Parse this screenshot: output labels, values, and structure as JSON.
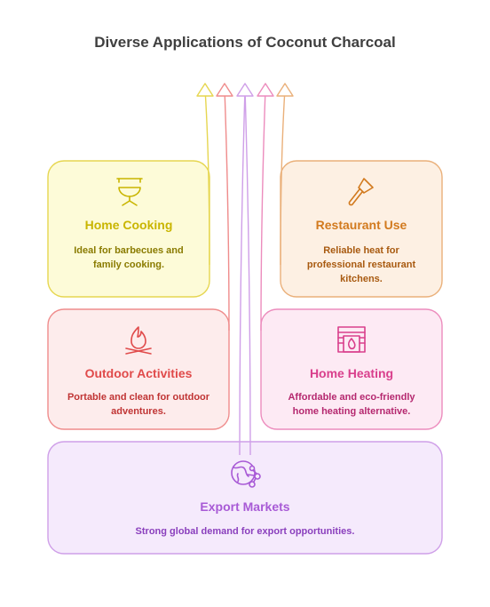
{
  "title": "Diverse Applications of Coconut Charcoal",
  "cards": [
    {
      "heading": "Home Cooking",
      "description": "Ideal for barbecues and family cooking.",
      "icon": "grill-icon",
      "color": "#c9b500"
    },
    {
      "heading": "Restaurant Use",
      "description": "Reliable heat for professional restaurant kitchens.",
      "icon": "spatula-icon",
      "color": "#d27a1e"
    },
    {
      "heading": "Outdoor Activities",
      "description": "Portable and clean for outdoor adventures.",
      "icon": "campfire-icon",
      "color": "#e04a4a"
    },
    {
      "heading": "Home Heating",
      "description": "Affordable and eco-friendly home heating alternative.",
      "icon": "fireplace-icon",
      "color": "#d93f8c"
    },
    {
      "heading": "Export Markets",
      "description": "Strong global demand for export opportunities.",
      "icon": "globe-network-icon",
      "color": "#a85ad6"
    }
  ]
}
